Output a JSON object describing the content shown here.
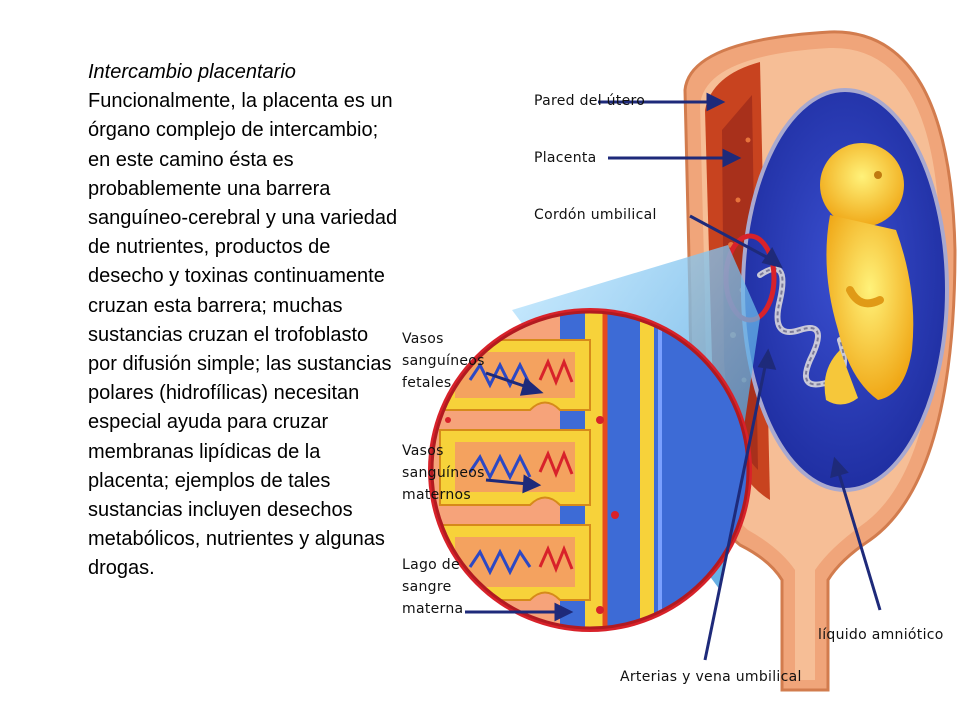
{
  "text": {
    "title": "Intercambio placentario",
    "body": "Funcionalmente, la placenta es un órgano complejo de intercambio; en este camino ésta es probablemente una barrera sanguíneo-cerebral y una variedad de nutrientes, productos de desecho y toxinas continuamente cruzan esta barrera; muchas sustancias cruzan el trofoblasto por difusión simple; las sustancias polares (hidrofílicas) necesitan especial ayuda para cruzar membranas lipídicas de la placenta; ejemplos de tales sustancias incluyen desechos metabólicos, nutrientes y algunas drogas."
  },
  "labels": {
    "pared_utero": "Pared del útero",
    "placenta": "Placenta",
    "cordon_umbilical": "Cordón umbilical",
    "vasos_fetales": "Vasos\nsanguíneos\nfetales",
    "vasos_maternos": "Vasos\nsanguíneos\nmaternos",
    "lago_sangre": "Lago de\nsangre\nmaterna",
    "liquido_amniotico": "líquido amniótico",
    "arterias_vena": "Arterias y vena umbilical"
  }
}
